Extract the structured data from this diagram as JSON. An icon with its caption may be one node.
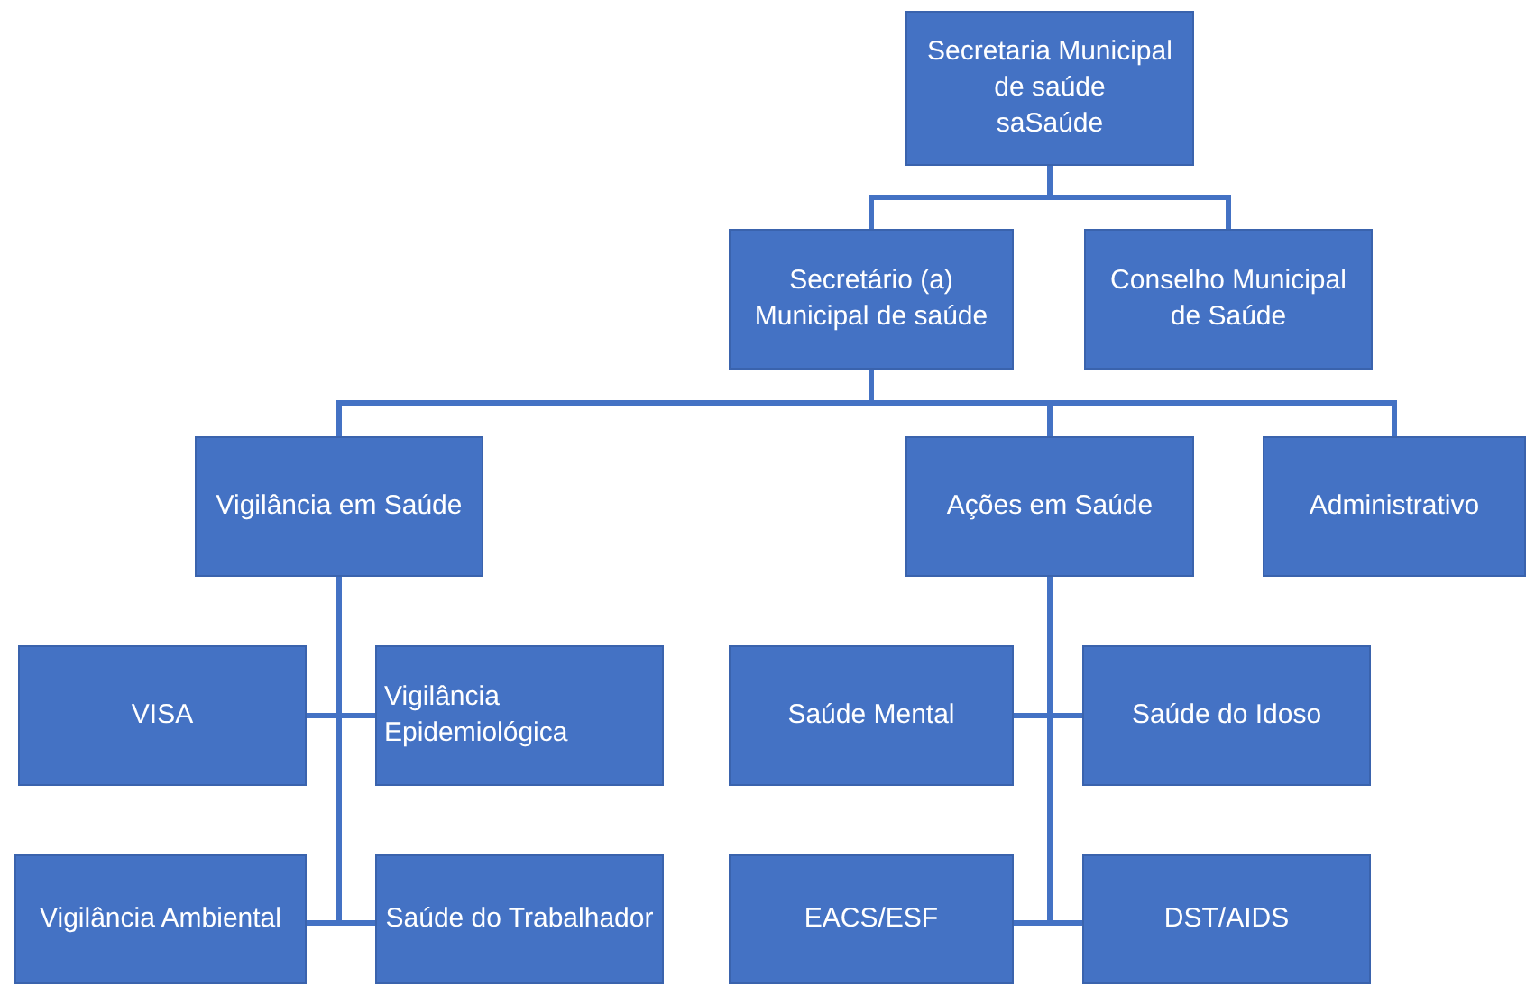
{
  "diagram": {
    "nodes": [
      {
        "text": [
          "Secretaria Municipal de saúde",
          "saSaúde"
        ]
      },
      {
        "text": [
          "Secretário (a) Municipal de  saúde"
        ]
      },
      {
        "text": [
          "Conselho Municipal de Saúde"
        ]
      },
      {
        "text": [
          "Vigilância em Saúde"
        ]
      },
      {
        "text": [
          "Ações em Saúde"
        ]
      },
      {
        "text": [
          "Administrativo"
        ]
      },
      {
        "text": [
          "VISA"
        ]
      },
      {
        "text": [
          "Vigilância Epidemiológica"
        ]
      },
      {
        "text": [
          "Vigilância Ambiental"
        ]
      },
      {
        "text": [
          "Saúde do Trabalhador"
        ]
      },
      {
        "text": [
          "Saúde Mental"
        ]
      },
      {
        "text": [
          "Saúde do Idoso"
        ]
      },
      {
        "text": [
          "EACS/ESF"
        ]
      },
      {
        "text": [
          "DST/AIDS"
        ]
      }
    ],
    "edges": [
      {
        "from": 0,
        "to": 1,
        "arrow": "none"
      },
      {
        "from": 0,
        "to": 2,
        "arrow": "none"
      },
      {
        "from": 1,
        "to": 3,
        "arrow": "none"
      },
      {
        "from": 1,
        "to": 4,
        "arrow": "none"
      },
      {
        "from": 1,
        "to": 5,
        "arrow": "none"
      },
      {
        "from": 3,
        "to": 6,
        "arrow": "none"
      },
      {
        "from": 3,
        "to": 7,
        "arrow": "none"
      },
      {
        "from": 3,
        "to": 8,
        "arrow": "none"
      },
      {
        "from": 3,
        "to": 9,
        "arrow": "none"
      },
      {
        "from": 4,
        "to": 10,
        "arrow": "none"
      },
      {
        "from": 4,
        "to": 11,
        "arrow": "none"
      },
      {
        "from": 4,
        "to": 12,
        "arrow": "none"
      },
      {
        "from": 4,
        "to": 13,
        "arrow": "none"
      }
    ]
  }
}
